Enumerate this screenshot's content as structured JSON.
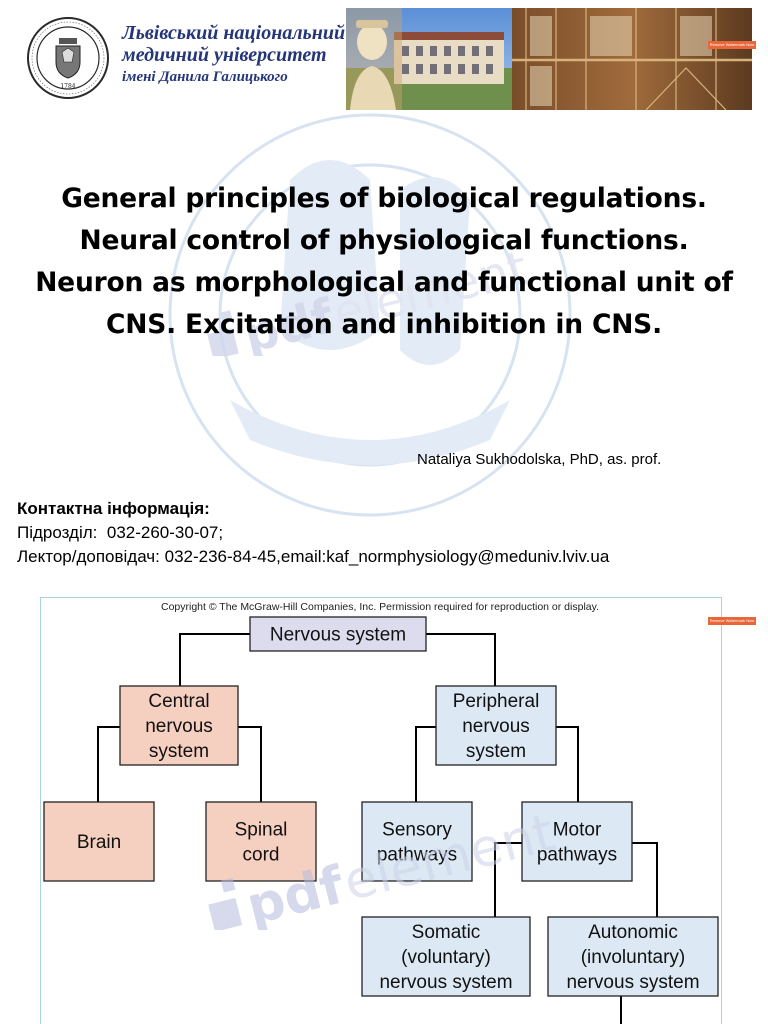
{
  "header": {
    "university_name": [
      "Львівський національний",
      "медичний університет",
      "імені Данила Галицького"
    ],
    "seal_icon": "university-seal-icon",
    "banner_image": "campus-photo-collage",
    "watermark_badge": "Remove Watermark Now"
  },
  "title_lines": [
    "General principles of biological regulations.",
    "Neural control of physiological functions.",
    "Neuron as morphological and functional unit of",
    "CNS. Excitation and inhibition in CNS."
  ],
  "author": "Nataliya Sukhodolska, PhD, as. prof.",
  "contacts": {
    "heading": "Контактна інформація:",
    "department_label": "Підрозділ:",
    "department_phone": "032-260-30-07;",
    "lecturer_label": "Лектор/доповідач",
    "lecturer_value": ": 032-236-84-45,email:kaf_normphysiology@meduniv.lviv.ua"
  },
  "diagram": {
    "copyright": "Copyright © The McGraw-Hill Companies, Inc. Permission required for reproduction or display.",
    "nodes": {
      "root": [
        "Nervous system"
      ],
      "cns": [
        "Central",
        "nervous",
        "system"
      ],
      "pns": [
        "Peripheral",
        "nervous",
        "system"
      ],
      "brain": [
        "Brain"
      ],
      "spinal": [
        "Spinal",
        "cord"
      ],
      "sensory": [
        "Sensory",
        "pathways"
      ],
      "motor": [
        "Motor",
        "pathways"
      ],
      "somatic": [
        "Somatic",
        "(voluntary)",
        "nervous system"
      ],
      "autonomic": [
        "Autonomic",
        "(involuntary)",
        "nervous system"
      ]
    },
    "colors": {
      "root_fill": "#dcdcee",
      "cns_fill": "#f5cfc0",
      "pns_fill": "#dce9f4",
      "border": "#222222",
      "line": "#000000",
      "frame": "#a9d2dc"
    }
  },
  "watermark_text": "pdfelement"
}
